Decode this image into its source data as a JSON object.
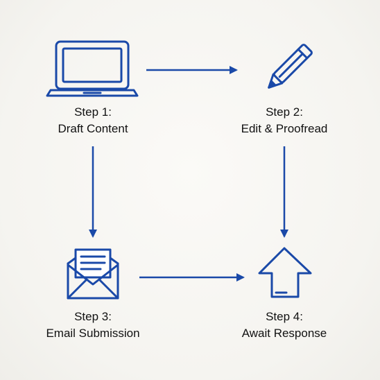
{
  "colors": {
    "accent": "#1a49a8",
    "text": "#111111",
    "background": "#f7f6f2"
  },
  "steps": [
    {
      "number": "Step 1:",
      "title": "Draft Content",
      "icon": "laptop-icon"
    },
    {
      "number": "Step 2:",
      "title": "Edit & Proofread",
      "icon": "pencil-icon"
    },
    {
      "number": "Step 3:",
      "title": "Email Submission",
      "icon": "envelope-icon"
    },
    {
      "number": "Step 4:",
      "title": "Await Response",
      "icon": "house-icon"
    }
  ],
  "connections": [
    {
      "from": "Step 1",
      "to": "Step 2",
      "direction": "right"
    },
    {
      "from": "Step 1",
      "to": "Step 3",
      "direction": "down"
    },
    {
      "from": "Step 2",
      "to": "Step 4",
      "direction": "down"
    },
    {
      "from": "Step 3",
      "to": "Step 4",
      "direction": "right"
    }
  ]
}
